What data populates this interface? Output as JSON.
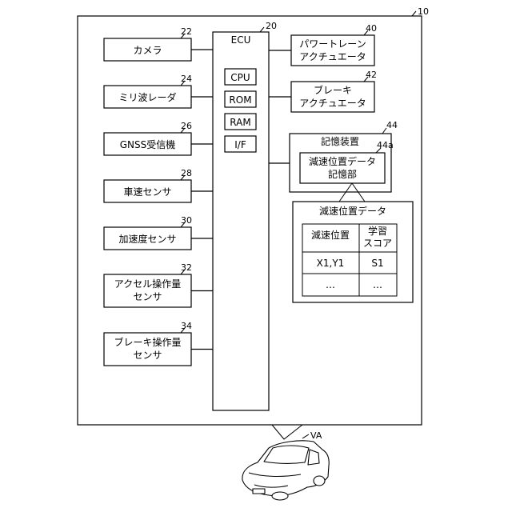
{
  "system": {
    "ref": "10"
  },
  "ecu": {
    "name": "ECU",
    "ref": "20",
    "components": [
      "CPU",
      "ROM",
      "RAM",
      "I/F"
    ]
  },
  "sensors": [
    {
      "lines": [
        "カメラ"
      ],
      "ref": "22"
    },
    {
      "lines": [
        "ミリ波レーダ"
      ],
      "ref": "24"
    },
    {
      "lines": [
        "GNSS受信機"
      ],
      "ref": "26"
    },
    {
      "lines": [
        "車速センサ"
      ],
      "ref": "28"
    },
    {
      "lines": [
        "加速度センサ"
      ],
      "ref": "30"
    },
    {
      "lines": [
        "アクセル操作量",
        "センサ"
      ],
      "ref": "32"
    },
    {
      "lines": [
        "ブレーキ操作量",
        "センサ"
      ],
      "ref": "34"
    }
  ],
  "actuators": [
    {
      "lines": [
        "パワートレーン",
        "アクチュエータ"
      ],
      "ref": "40"
    },
    {
      "lines": [
        "ブレーキ",
        "アクチュエータ"
      ],
      "ref": "42"
    }
  ],
  "storage": {
    "title": "記憶装置",
    "ref": "44",
    "unit": {
      "lines": [
        "減速位置データ",
        "記憶部"
      ],
      "ref": "44a"
    }
  },
  "data_table": {
    "title": "減速位置データ",
    "headers": [
      [
        "減速位置"
      ],
      [
        "学習",
        "スコア"
      ]
    ],
    "rows": [
      [
        "X1,Y1",
        "S1"
      ],
      [
        "…",
        "…"
      ]
    ]
  },
  "vehicle": {
    "ref": "VA"
  }
}
